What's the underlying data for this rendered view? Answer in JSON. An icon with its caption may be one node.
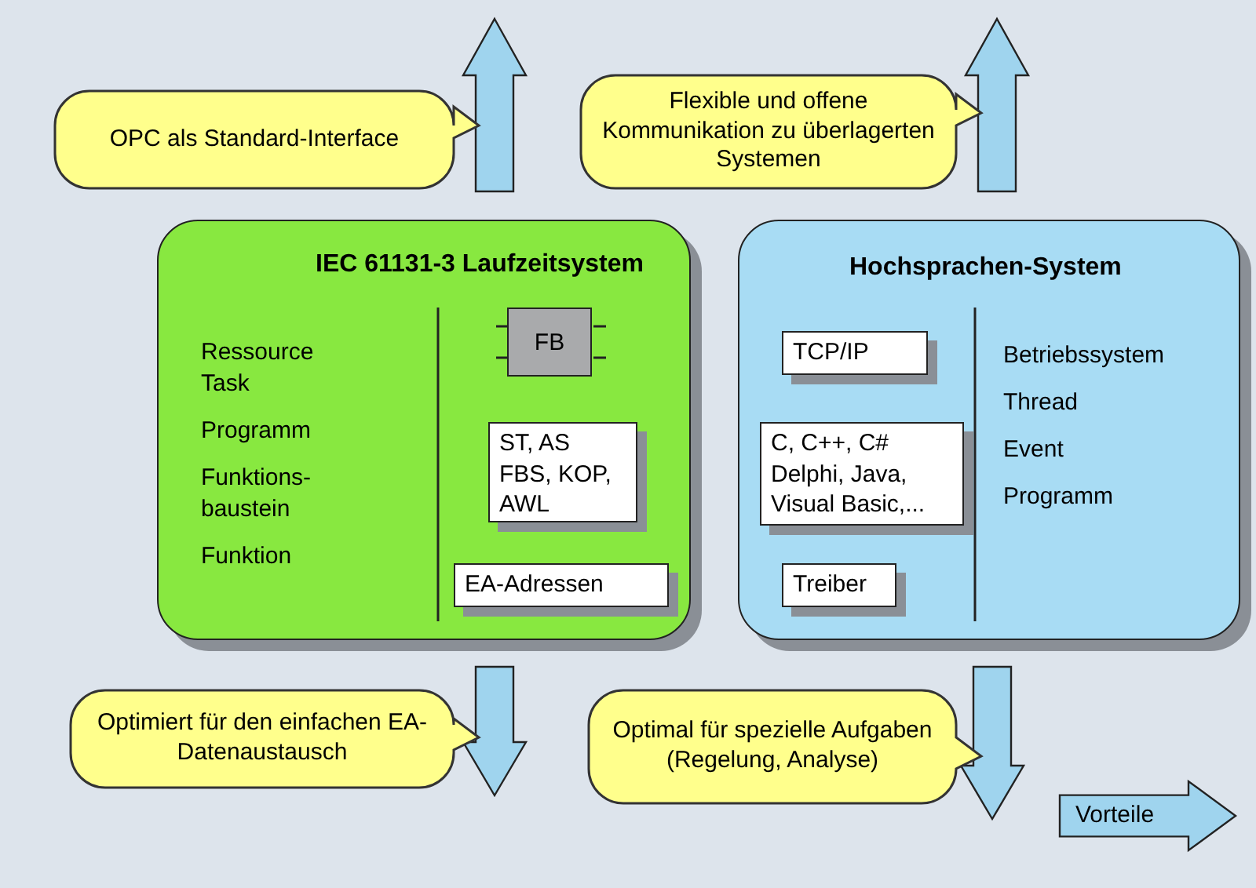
{
  "diagram": {
    "nodes": [
      {
        "text": [
          "OPC als Standard-Interface"
        ]
      },
      {
        "text": [
          "Flexible und offene Kommunikation zu überlagerten Systemen"
        ]
      },
      {
        "text": [
          "IEC 61131-3 Laufzeitsystem",
          "Ressource",
          "Task",
          "Programm",
          "Funktions- baustein",
          "Funktion"
        ]
      },
      {
        "text": [
          "FB"
        ],
        "in": 2
      },
      {
        "text": [
          "ST, AS FBS, KOP, AWL"
        ],
        "in": 2
      },
      {
        "text": [
          "EA-Adressen"
        ],
        "in": 2
      },
      {
        "text": [
          "Hochsprachen-System",
          "Betriebssystem",
          "Thread",
          "Event",
          "Programm"
        ]
      },
      {
        "text": [
          "TCP/IP"
        ],
        "in": 6
      },
      {
        "text": [
          "C, C++, C# Delphi, Java, Visual Basic,..."
        ],
        "in": 6
      },
      {
        "text": [
          "Treiber"
        ],
        "in": 6
      },
      {
        "text": [
          "Optimiert für den einfachen EA-Datenaustausch"
        ]
      },
      {
        "text": [
          "Optimal für spezielle Aufgaben (Regelung, Analyse)"
        ]
      },
      {
        "text": [
          "Vorteile"
        ]
      }
    ]
  }
}
